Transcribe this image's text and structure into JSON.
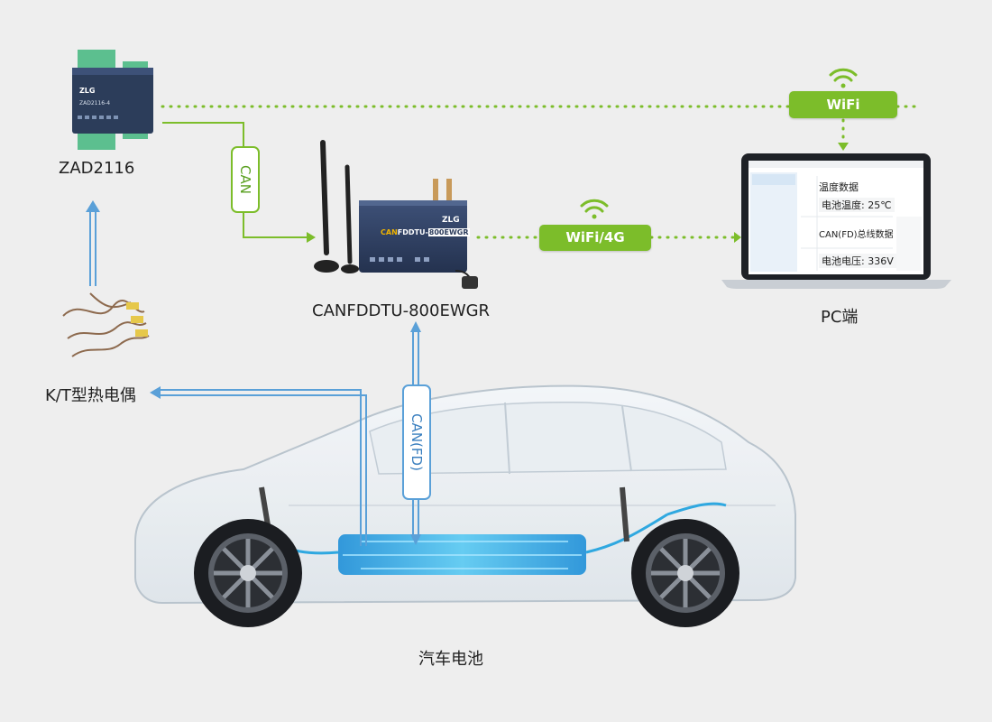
{
  "devices": {
    "zad": {
      "name": "ZAD2116",
      "brand": "ZLG",
      "model": "ZAD2116-4"
    },
    "dtu": {
      "name": "CANFDDTU-800EWGR",
      "brand": "ZLG",
      "model_a": "CAN",
      "model_b": "FDDTU-",
      "model_c": "800EWGR"
    },
    "pc": {
      "name": "PC端"
    },
    "thermo": {
      "name": "K/T型热电偶"
    },
    "battery": {
      "name": "汽车电池"
    }
  },
  "links": {
    "can": "CAN",
    "canfd": "CAN(FD)",
    "wifi": "WiFi",
    "wifi4g": "WiFi/4G"
  },
  "screen": {
    "temp_title": "温度数据",
    "temp_value": "电池温度: 25℃",
    "bus_title": "CAN(FD)总线数据",
    "voltage": "电池电压: 336V"
  },
  "colors": {
    "green": "#7cbd2a",
    "blue": "#5aa0d8"
  }
}
